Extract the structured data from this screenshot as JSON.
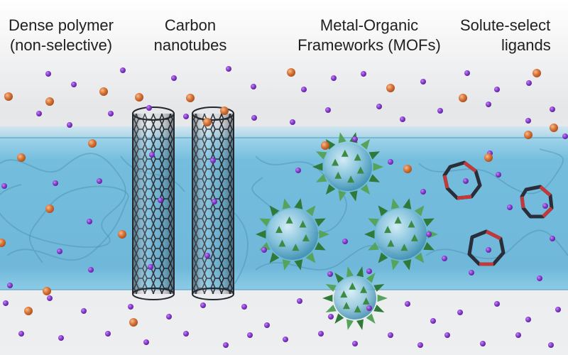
{
  "labels": {
    "dense_polymer": {
      "line1": "Dense polymer",
      "line2": "(non-selective)"
    },
    "carbon_nanotubes": {
      "line1": "Carbon",
      "line2": "nanotubes"
    },
    "mofs": {
      "line1": "Metal-Organic",
      "line2": "Frameworks (MOFs)"
    },
    "ligands": {
      "line1": "Solute-select",
      "line2": "ligands"
    }
  },
  "colors": {
    "membrane": "#7ec3e0",
    "membrane_edge": "#a9d7ea",
    "background": "#e9eaec",
    "purple_particle": "#8a3fcf",
    "orange_particle": "#d9773a",
    "nanotube": "#2a2e35",
    "mof_triangle": "#3f8b45",
    "ligand_dark": "#2a2e3a",
    "ligand_red": "#c0393b"
  }
}
